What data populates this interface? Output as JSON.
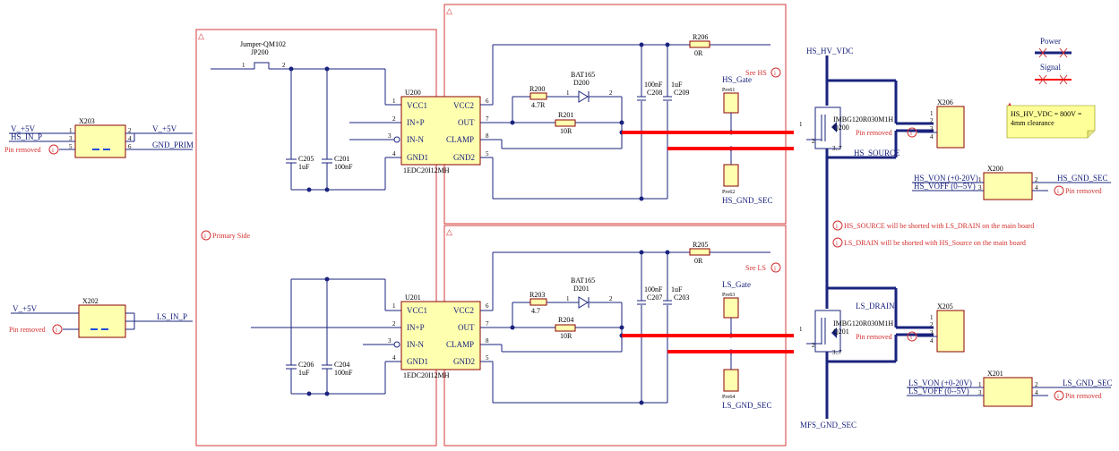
{
  "frames": {
    "primary_side": "Primary Side",
    "see_hs": "See HS",
    "see_ls": "See LS"
  },
  "top": {
    "jumper_type": "Jumper-QM102",
    "jumper_ref": "JP200",
    "driver_ref": "U200",
    "driver_part": "1EDC20I12MH",
    "pins_left": [
      "VCC1",
      "IN+P",
      "IN-N",
      "GND1"
    ],
    "pins_right": [
      "VCC2",
      "OUT",
      "CLAMP",
      "GND2"
    ],
    "pin_nums_left": [
      "1",
      "2",
      "3",
      "4"
    ],
    "pin_nums_right": [
      "6",
      "7",
      "8",
      "5"
    ],
    "jumper_pins": [
      "1",
      "2"
    ],
    "c1_ref": "C205",
    "c1_val": "1uF",
    "c2_ref": "C201",
    "c2_val": "100nF",
    "r_series_ref": "R200",
    "r_series_val": "4.7R",
    "r_gate_ref": "R201",
    "r_gate_val": "10R",
    "diode_part": "BAT165",
    "diode_ref": "D200",
    "diode_pins": [
      "1",
      "2"
    ],
    "cap_a_val": "100nF",
    "cap_a_ref": "C208",
    "cap_b_val": "1uF",
    "cap_b_ref": "C209",
    "r_top_ref": "R206",
    "r_top_val": "0R",
    "gate_label": "HS_Gate",
    "probe_top_ref": "Pro61",
    "probe_bot_ref": "Pro62",
    "gnd_label": "HS_GND_SEC",
    "rail_label": "HS_HV_VDC",
    "mosfet_part": "IMBG120R030M1H",
    "mosfet_ref": "Q200",
    "mosfet_pins": [
      "1",
      "2",
      "3..7"
    ],
    "source_label": "HS_SOURCE",
    "conn_ref": "X206",
    "conn_pins": [
      "1",
      "2",
      "3",
      "4"
    ],
    "pin_removed": "Pin removed"
  },
  "bottom": {
    "driver_ref": "U201",
    "driver_part": "1EDC20I12MH",
    "c1_ref": "C206",
    "c1_val": "1uF",
    "c2_ref": "C204",
    "c2_val": "100nF",
    "r_series_ref": "R203",
    "r_series_val": "4.7",
    "r_gate_ref": "R204",
    "r_gate_val": "10R",
    "diode_part": "BAT165",
    "diode_ref": "D201",
    "cap_a_val": "100nF",
    "cap_a_ref": "C207",
    "cap_b_val": "1uF",
    "cap_b_ref": "C203",
    "r_top_ref": "R205",
    "r_top_val": "0R",
    "gate_label": "LS_Gate",
    "probe_top_ref": "Pro63",
    "probe_bot_ref": "Pro64",
    "gnd_label": "LS_GND_SEC",
    "drain_label": "LS_DRAIN",
    "mosfet_part": "IMBG120R030M1H",
    "mosfet_ref": "Q201",
    "conn_ref": "X205",
    "main_gnd": "MFS_GND_SEC"
  },
  "left": {
    "x203_ref": "X203",
    "x203_nets": [
      "V_+5V",
      "HS_IN_P",
      "V_+5V",
      "GND_PRIM"
    ],
    "x203_pins": [
      "1",
      "2",
      "3",
      "4",
      "5",
      "6"
    ],
    "x202_ref": "X202",
    "x202_nets": [
      "V_+5V",
      "LS_IN_P"
    ]
  },
  "right": {
    "legend_power": "Power",
    "legend_signal": "Signal",
    "note_line1": "HS_HV_VDC = 800V =",
    "note_line2": "4mm clearance",
    "x200_ref": "X200",
    "x200_nets": [
      "HS_VON (+0-20V)",
      "HS_VOFF (0--5V)",
      "HS_GND_SEC"
    ],
    "x201_ref": "X201",
    "x201_nets": [
      "LS_VON (+0-20V)",
      "LS_VOFF (0--5V)",
      "LS_GND_SEC"
    ],
    "info_hs": "HS_SOURCE will be shorted with LS_DRAIN on the main board",
    "info_ls": "LS_DRAIN will be shorted with HS_Source on the main board"
  },
  "colors": {
    "wire": "#1a237e",
    "power": "#ff0000",
    "component_fill": "#ffffb0",
    "frame": "#d43a3a"
  }
}
